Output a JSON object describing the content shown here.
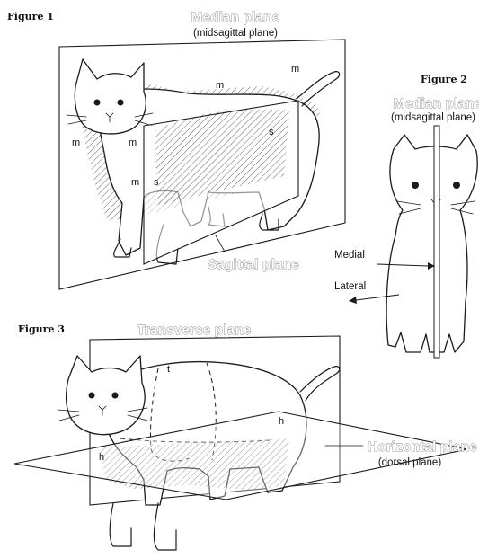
{
  "figure1": {
    "title": "Figure 1",
    "median_plane_label": "Median plane",
    "median_plane_sub": "(midsagittal plane)",
    "sagittal_plane_label": "Sagittal plane",
    "marks": [
      "m",
      "m",
      "m",
      "m",
      "m",
      "s",
      "s"
    ]
  },
  "figure2": {
    "title": "Figure 2",
    "median_plane_label": "Median plane",
    "median_plane_sub": "(midsagittal plane)",
    "medial_label": "Medial",
    "lateral_label": "Lateral"
  },
  "figure3": {
    "title": "Figure 3",
    "transverse_plane_label": "Transverse plane",
    "horizontal_plane_label": "Horizontal plane",
    "horizontal_plane_sub": "(dorsal plane)",
    "marks": [
      "t",
      "h",
      "h"
    ]
  },
  "colors": {
    "ink": "#1a1a1a",
    "outline_text": "#8a8a8a",
    "paper": "#ffffff"
  }
}
